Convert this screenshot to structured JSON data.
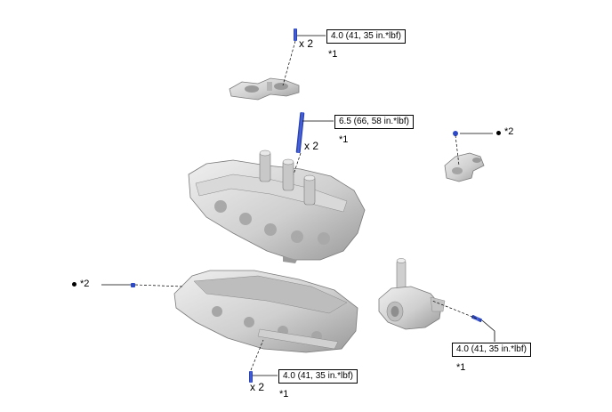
{
  "colors": {
    "bolt": "#2c49c8",
    "part_light": "#e3e3e3",
    "part_mid": "#c4c4c4",
    "part_dark": "#8e8e8e",
    "leader": "#000000"
  },
  "callouts": {
    "cam_cap": {
      "torque": "4.0 (41, 35 in.*lbf)",
      "qty": "x 2",
      "note": "*1"
    },
    "head": {
      "torque": "6.5 (66, 58 in.*lbf)",
      "qty": "x 2",
      "note": "*1"
    },
    "bracket": {
      "note": "*2"
    },
    "lower_left": {
      "note": "*2"
    },
    "lower_bottom": {
      "torque": "4.0 (41, 35 in.*lbf)",
      "qty": "x 2",
      "note": "*1"
    },
    "outlet": {
      "torque": "4.0 (41, 35 in.*lbf)",
      "note": "*1"
    }
  }
}
